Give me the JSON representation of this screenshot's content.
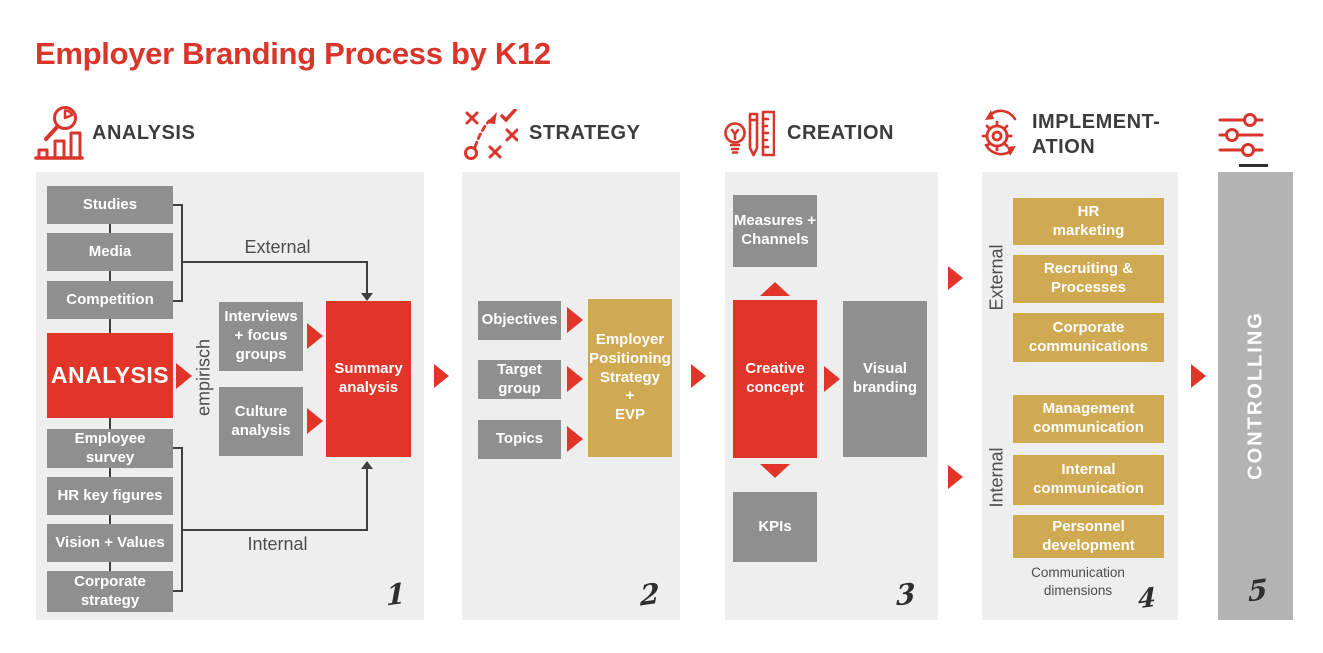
{
  "title": "Employer Branding Process by K12",
  "colors": {
    "red": "#e1352a",
    "gray_box": "#8f8f8f",
    "gold_box": "#d0aa52",
    "column_bg": "#eeeeee",
    "controlling_bg": "#b3b3b3",
    "header_text": "#3c3c3c"
  },
  "analysis": {
    "header": "ANALYSIS",
    "step_number": "1",
    "external_sources": [
      "Studies",
      "Media",
      "Competition"
    ],
    "main_box": "ANALYSIS",
    "internal_sources": [
      "Employee\nsurvey",
      "HR key figures",
      "Vision + Values",
      "Corporate\nstrategy"
    ],
    "external_label": "External",
    "internal_label": "Internal",
    "empirical_label": "empirisch",
    "interviews_box": "Interviews\n+ focus\ngroups",
    "culture_box": "Culture\nanalysis",
    "summary_box": "Summary\nanalysis"
  },
  "strategy": {
    "header": "STRATEGY",
    "step_number": "2",
    "inputs": [
      "Objectives",
      "Target\ngroup",
      "Topics"
    ],
    "output_box": "Employer\nPositioning\nStrategy\n+\nEVP"
  },
  "creation": {
    "header": "CREATION",
    "step_number": "3",
    "measures_box": "Measures +\nChannels",
    "creative_box": "Creative\nconcept",
    "visual_box": "Visual\nbranding",
    "kpis_box": "KPIs"
  },
  "implementation": {
    "header": "IMPLEMENT-\nATION",
    "step_number": "4",
    "external_label": "External",
    "internal_label": "Internal",
    "external_boxes": [
      "HR\nmarketing",
      "Recruiting &\nProcesses",
      "Corporate\ncommunications"
    ],
    "internal_boxes": [
      "Management\ncommunication",
      "Internal\ncommunication",
      "Personnel\ndevelopment"
    ],
    "footnote": "Communication\ndimensions"
  },
  "controlling": {
    "label": "CONTROLLING",
    "step_number": "5"
  }
}
